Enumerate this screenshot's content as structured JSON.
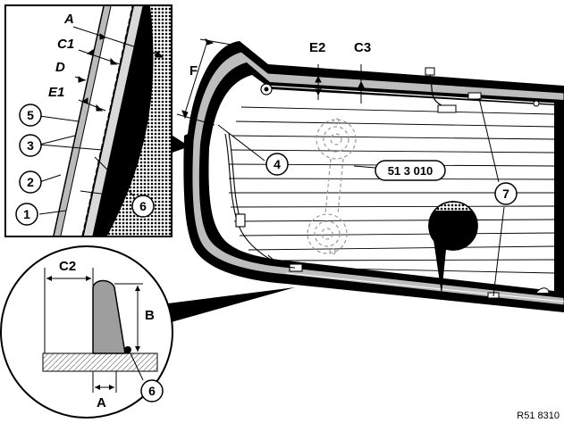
{
  "diagram": {
    "inset_labels": {
      "a": "A",
      "c1": "C1",
      "d": "D",
      "e1": "E1"
    },
    "callouts": {
      "n1": "1",
      "n2": "2",
      "n3": "3",
      "n4": "4",
      "n5": "5",
      "n6": "6",
      "n7": "7"
    },
    "dimension_labels": {
      "f": "F",
      "e2": "E2",
      "c3": "C3",
      "c2": "C2",
      "b": "B",
      "a": "A"
    },
    "part_number": "51 3 010",
    "reference_code": "R51 8310"
  }
}
